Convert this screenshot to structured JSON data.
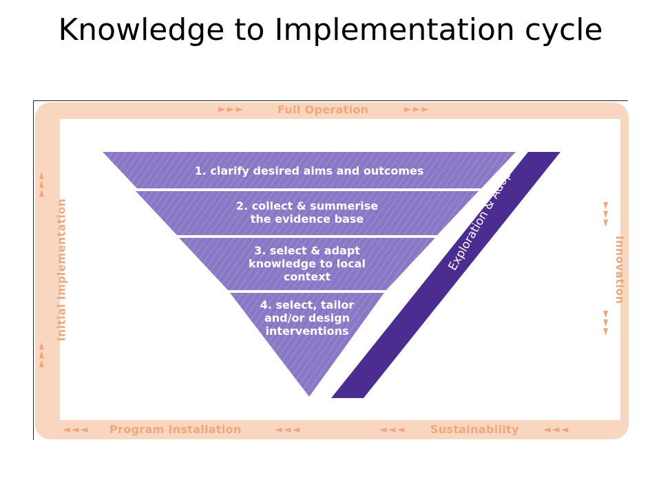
{
  "title": "Knowledge to Implementation cycle",
  "cycle": {
    "top": "Full Operation",
    "left": "Initial Implementation",
    "right": "Innovation",
    "bottom_left": "Program Installation",
    "bottom_right": "Sustainability"
  },
  "arrows": {
    "right": "►►►",
    "left": "◄◄◄"
  },
  "funnel": {
    "steps": [
      {
        "line1": "1. clarify desired aims and outcomes"
      },
      {
        "line1": "2. collect & summerise",
        "line2": "the evidence base"
      },
      {
        "line1": "3. select & adapt",
        "line2": "knowledge to local",
        "line3": "context"
      },
      {
        "line1": "4. select, tailor",
        "line2": "and/or design",
        "line3": "interventions"
      }
    ],
    "side_band": "Exploration & Adoption"
  },
  "colors": {
    "border": "#f9d6bf",
    "arrow": "#f0a77e",
    "funnel": "#8a77c5",
    "band": "#4b2d91"
  }
}
